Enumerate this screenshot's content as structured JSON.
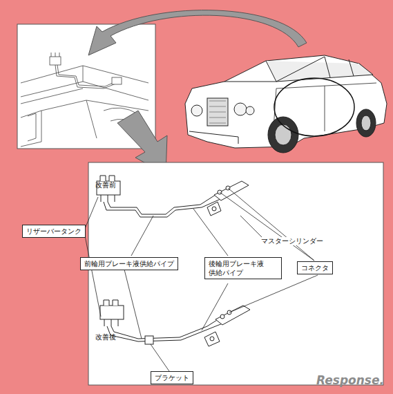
{
  "diagram": {
    "nodes": [
      {
        "text": [
          "リザーバータンク"
        ]
      },
      {
        "text": [
          "前輪用ブレーキ液供給パイプ"
        ]
      },
      {
        "text": [
          "後輪用ブレーキ液 供給パイプ"
        ]
      },
      {
        "text": [
          "コネクタ"
        ]
      },
      {
        "text": [
          "ブラケット"
        ]
      }
    ],
    "labels": [
      "改善前",
      "改善後",
      "マスターシリンダー",
      "Response."
    ]
  }
}
